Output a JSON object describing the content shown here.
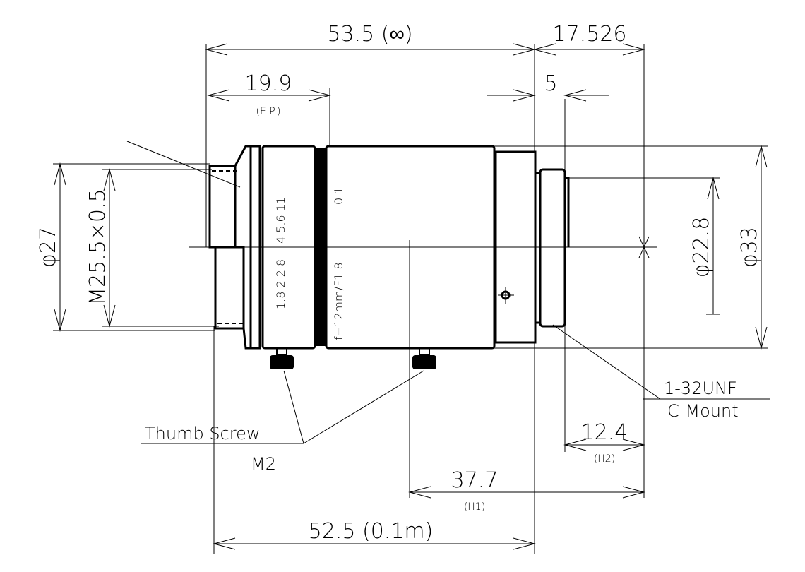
{
  "dimensions": {
    "total_length_inf": "53.5 (∞)",
    "flange_back": "17.526",
    "entrance_pupil": "19.9",
    "entrance_pupil_label": "(E.P.)",
    "mount_offset": "5",
    "front_diameter": "φ27",
    "filter_thread": "M25.5×0.5",
    "rear_diameter": "φ22.8",
    "body_diameter": "φ33",
    "h2_distance": "12.4",
    "h2_label": "(H2)",
    "h1_distance": "37.7",
    "h1_label": "(H1)",
    "total_length_near": "52.5 (0.1m)"
  },
  "labels": {
    "thumb_screw": "Thumb Screw",
    "thumb_screw_size": "M2",
    "thread": "1-32UNF",
    "mount": "C-Mount"
  },
  "lens_markings": {
    "aperture_scale_upper": "4 5.6 11",
    "aperture_scale_lower": "1.8 2 2.8",
    "focus_mark": "0.1",
    "model": "f=12mm/F1.8"
  }
}
